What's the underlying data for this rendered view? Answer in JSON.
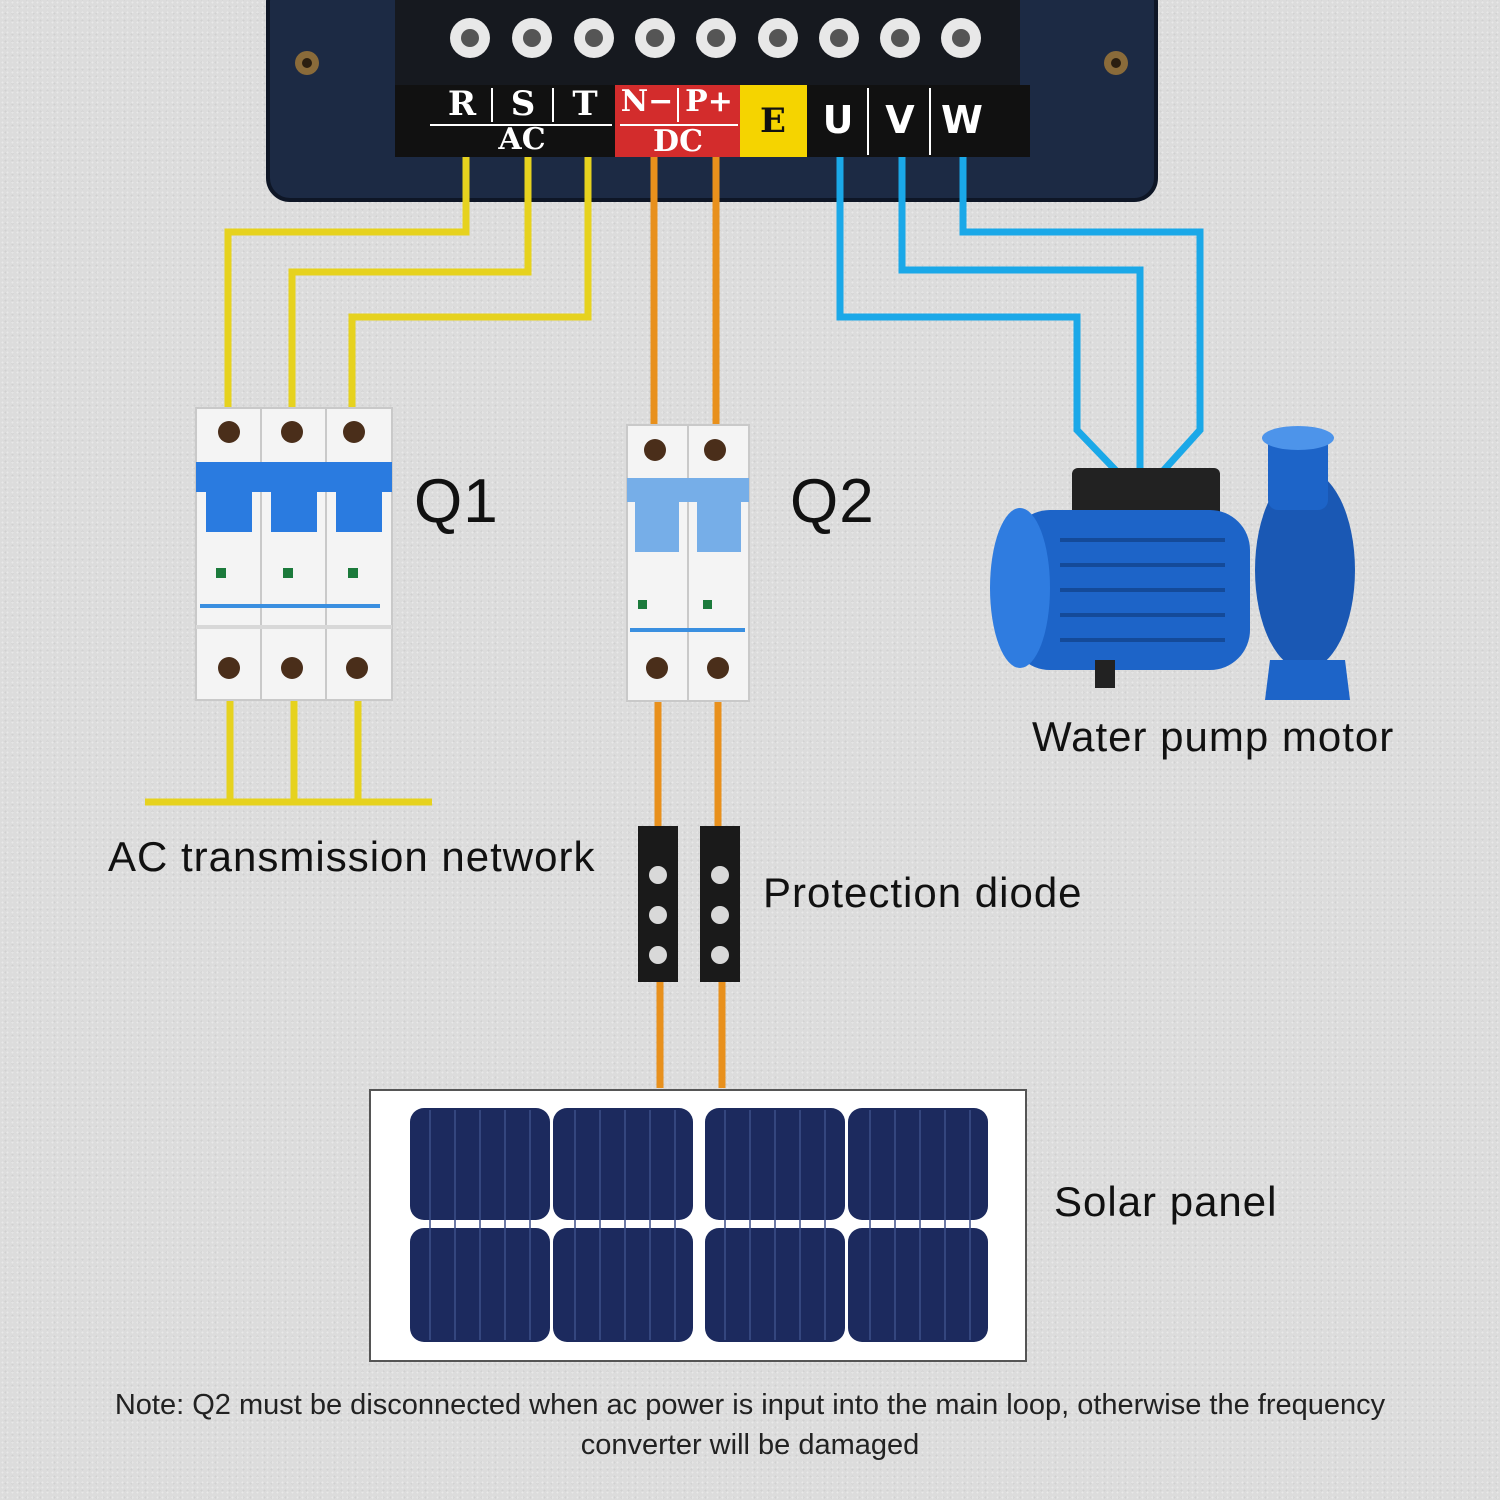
{
  "inverter": {
    "terminals": [
      {
        "id": "R",
        "label": "R",
        "color": "#1a1a1a"
      },
      {
        "id": "S",
        "label": "S",
        "color": "#1a1a1a"
      },
      {
        "id": "T",
        "label": "T",
        "color": "#1a1a1a"
      },
      {
        "id": "N",
        "label": "N−",
        "color": "#d32c2c"
      },
      {
        "id": "P",
        "label": "P+",
        "color": "#d32c2c"
      },
      {
        "id": "E",
        "label": "E",
        "color": "#f5d400"
      },
      {
        "id": "U",
        "label": "U",
        "color": "#1a1a1a"
      },
      {
        "id": "V",
        "label": "V",
        "color": "#1a1a1a"
      },
      {
        "id": "W",
        "label": "W",
        "color": "#1a1a1a"
      }
    ],
    "group_ac": "AC",
    "group_dc": "DC"
  },
  "breakers": {
    "q1": {
      "label": "Q1",
      "poles": 3
    },
    "q2": {
      "label": "Q2",
      "poles": 2
    }
  },
  "labels": {
    "ac_network": "AC transmission network",
    "protection_diode": "Protection diode",
    "pump": "Water pump motor",
    "solar": "Solar panel"
  },
  "note": {
    "line1": "Note: Q2 must be disconnected when ac power is input into the main loop, otherwise the frequency",
    "line2": "converter will be damaged"
  },
  "colors": {
    "ac_wire": "#e6d21e",
    "dc_wire": "#e8901c",
    "motor_wire": "#1aa8e8",
    "breaker_blue": "#2a7be0",
    "pump_blue": "#1d64c8",
    "solar_cell": "#1c2a5e"
  }
}
